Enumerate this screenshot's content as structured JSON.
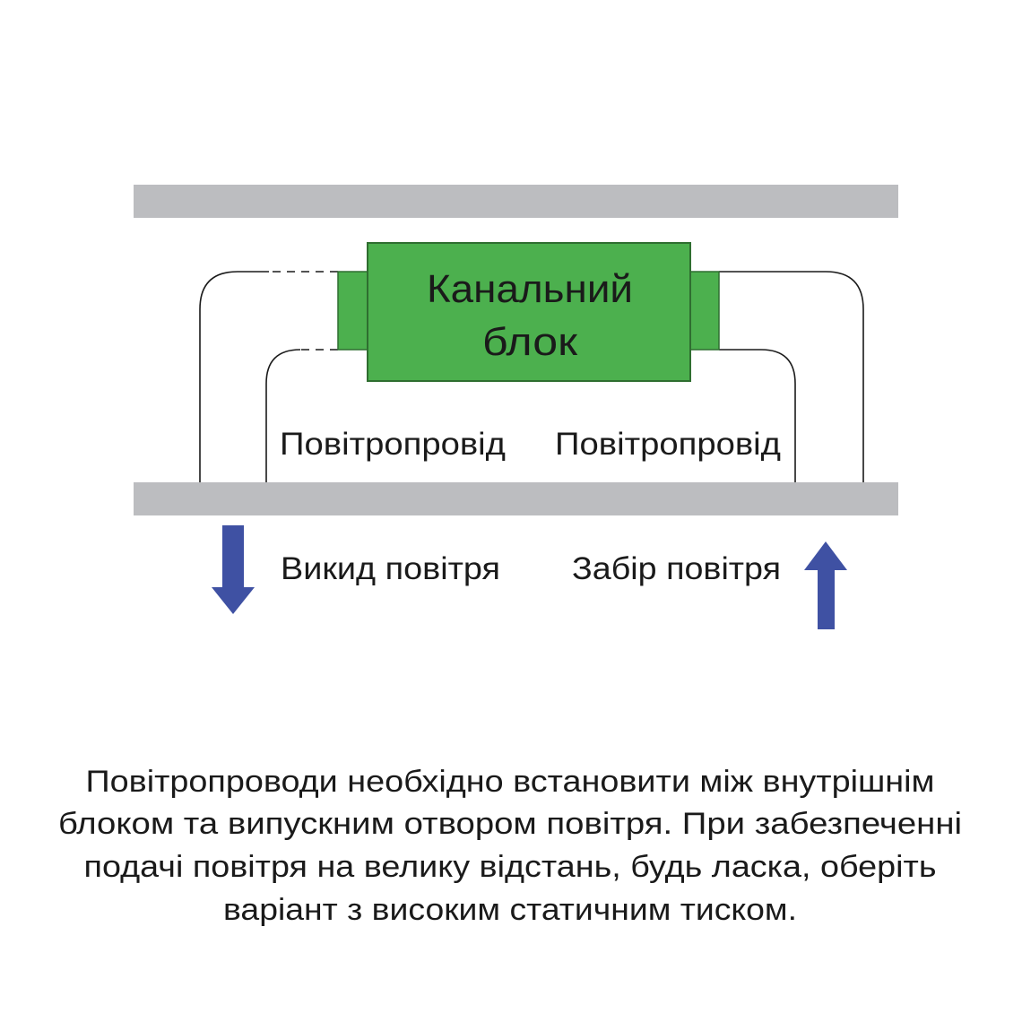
{
  "colors": {
    "slab": "#bcbdc0",
    "unit": "#4cb04e",
    "unit_border": "#2f6e30",
    "arrow": "#3f51a3"
  },
  "unit": {
    "line1": "Канальний",
    "line2": "блок"
  },
  "duct_left_label": "Повітропровід",
  "duct_right_label": "Повітропровід",
  "exhaust_label": "Викид повітря",
  "intake_label": "Забір повітря",
  "paragraph": [
    "Повітропроводи необхідно встановити між внутрішнім",
    "блоком та випускним отвором повітря. При забезпеченні",
    "подачі повітря на велику відстань, будь ласка, оберіть",
    "варіант з високим статичним тиском."
  ]
}
